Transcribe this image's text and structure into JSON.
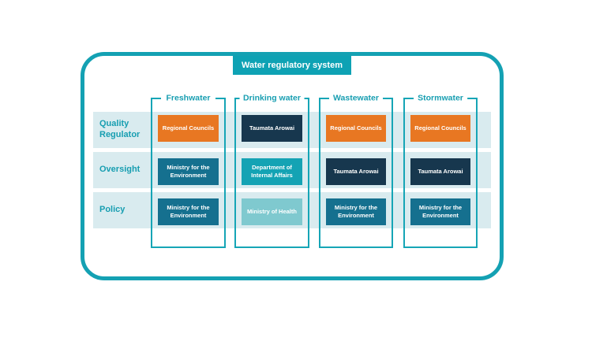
{
  "title": "Water regulatory system",
  "rows": [
    {
      "label": "Quality Regulator"
    },
    {
      "label": "Oversight"
    },
    {
      "label": "Policy"
    }
  ],
  "columns": [
    {
      "label": "Freshwater",
      "cells": [
        {
          "text": "Regional Councils",
          "color": "#E87722"
        },
        {
          "text": "Ministry for the Environment",
          "color": "#15708F"
        },
        {
          "text": "Ministry for the Environment",
          "color": "#15708F"
        }
      ]
    },
    {
      "label": "Drinking water",
      "cells": [
        {
          "text": "Taumata Arowai",
          "color": "#17374E"
        },
        {
          "text": "Department of Internal Affairs",
          "color": "#14A3B4"
        },
        {
          "text": "Ministry of Health",
          "color": "#7FC9CF"
        }
      ]
    },
    {
      "label": "Wastewater",
      "cells": [
        {
          "text": "Regional Councils",
          "color": "#E87722"
        },
        {
          "text": "Taumata Arowai",
          "color": "#17374E"
        },
        {
          "text": "Ministry for the Environment",
          "color": "#15708F"
        }
      ]
    },
    {
      "label": "Stormwater",
      "cells": [
        {
          "text": "Regional Councils",
          "color": "#E87722"
        },
        {
          "text": "Taumata Arowai",
          "color": "#17374E"
        },
        {
          "text": "Ministry for the Environment",
          "color": "#15708F"
        }
      ]
    }
  ],
  "colors": {
    "primary_teal": "#14A1B3",
    "band_background": "#D9EBEF",
    "orange": "#E87722",
    "navy": "#17374E",
    "dark_teal": "#15708F",
    "medium_teal": "#14A3B4",
    "light_teal": "#7FC9CF",
    "label_text": "#179EB1"
  }
}
